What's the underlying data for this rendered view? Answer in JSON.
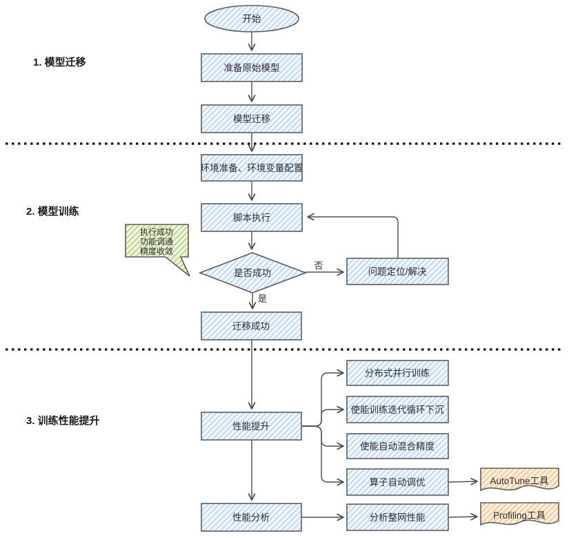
{
  "diagram": {
    "sections": [
      {
        "label": "1. 模型迁移"
      },
      {
        "label": "2. 模型训练"
      },
      {
        "label": "3. 训练性能提升"
      }
    ],
    "nodes": {
      "start": "开始",
      "prepare_model": "准备原始模型",
      "model_migration": "模型迁移",
      "env_setup": "环境准备、环境变量配置",
      "script_exec": "脚本执行",
      "decision": "是否成功",
      "problem_solving": "问题定位/解决",
      "migration_success": "迁移成功",
      "perf_improve": "性能提升",
      "distributed_training": "分布式并行训练",
      "iteration_sink": "使能训练迭代循环下沉",
      "auto_mixed_precision": "使能自动混合精度",
      "op_auto_tune": "算子自动调优",
      "autotune_tool": "AutoTune工具",
      "perf_analysis": "性能分析",
      "network_perf": "分析整网性能",
      "profiling_tool": "Profiling工具"
    },
    "edge_labels": {
      "no": "否",
      "yes": "是"
    },
    "callout": {
      "lines": [
        "执行成功",
        "功能调通",
        "精度收敛"
      ]
    },
    "colors": {
      "node_hatch_line": "#c9def4",
      "node_hatch_bg": "#f3f9fe",
      "callout_hatch_line": "#c4dc9b",
      "callout_hatch_bg": "#f2f8e4",
      "doc_hatch_line": "#f3cfa2",
      "doc_hatch_bg": "#fdf3e5",
      "shape_border": "#5c5c5c",
      "connector": "#4d4d4d",
      "divider": "#141414"
    }
  }
}
